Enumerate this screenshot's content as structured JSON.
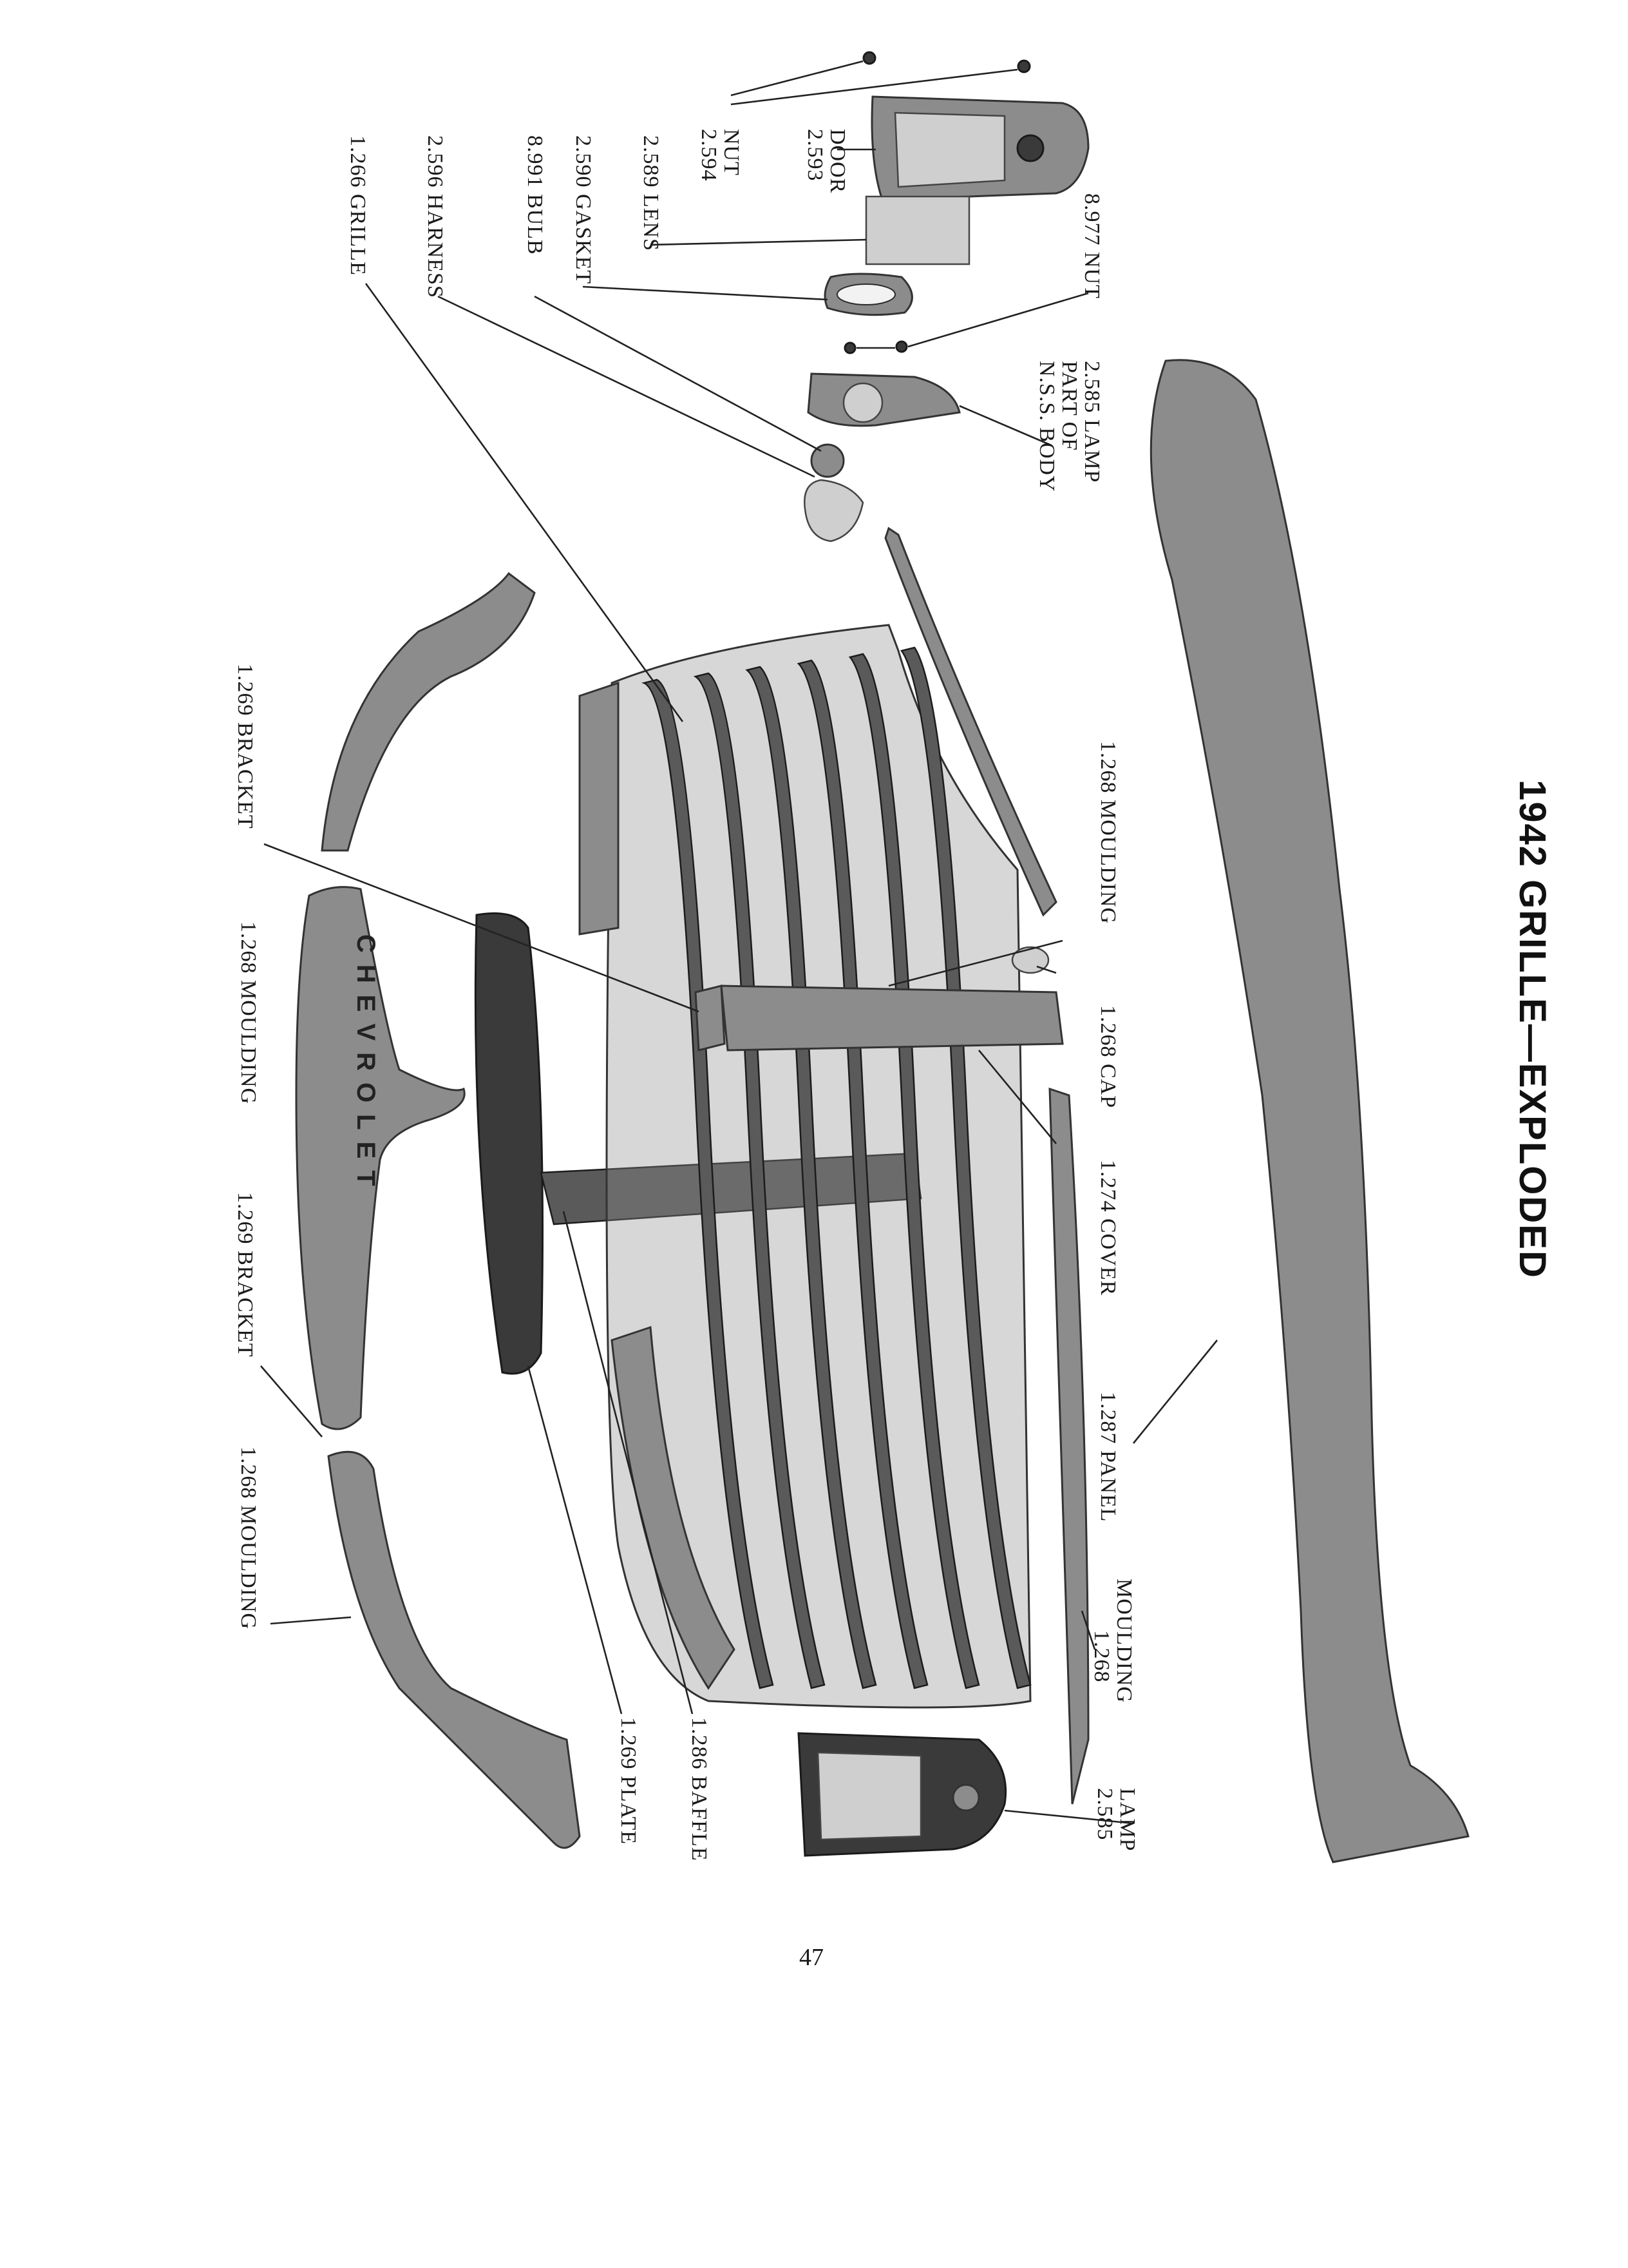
{
  "title": "1942 GRILLE—EXPLODED",
  "page_number": "47",
  "logo_text": "CHEVROLET",
  "labels": {
    "grille": "1.266 GRILLE",
    "harness": "2.596 HARNESS",
    "bulb": "8.991 BULB",
    "gasket": "2.590 GASKET",
    "lens": "2.589 LENS",
    "nut_top_1": "2.594",
    "nut_top_2": "NUT",
    "door_1": "2.593",
    "door_2": "DOOR",
    "nut_8977": "8.977 NUT",
    "nss_1": "N.S.S. BODY",
    "nss_2": "PART OF",
    "nss_3": "2.585 LAMP",
    "bracket_top": "1.269 BRACKET",
    "moulding_mid": "1.268 MOULDING",
    "moulding_center": "1.268 MOULDING",
    "bracket_lower": "1.269 BRACKET",
    "moulding_left": "1.268 MOULDING",
    "cap": "1.268 CAP",
    "cover": "1.274 COVER",
    "panel": "1.287 PANEL",
    "moulding_bottom_1": "1.268",
    "moulding_bottom_2": "MOULDING",
    "lamp_1": "2.585",
    "lamp_2": "LAMP",
    "plate": "1.269 PLATE",
    "baffle": "1.286 BAFFLE"
  }
}
